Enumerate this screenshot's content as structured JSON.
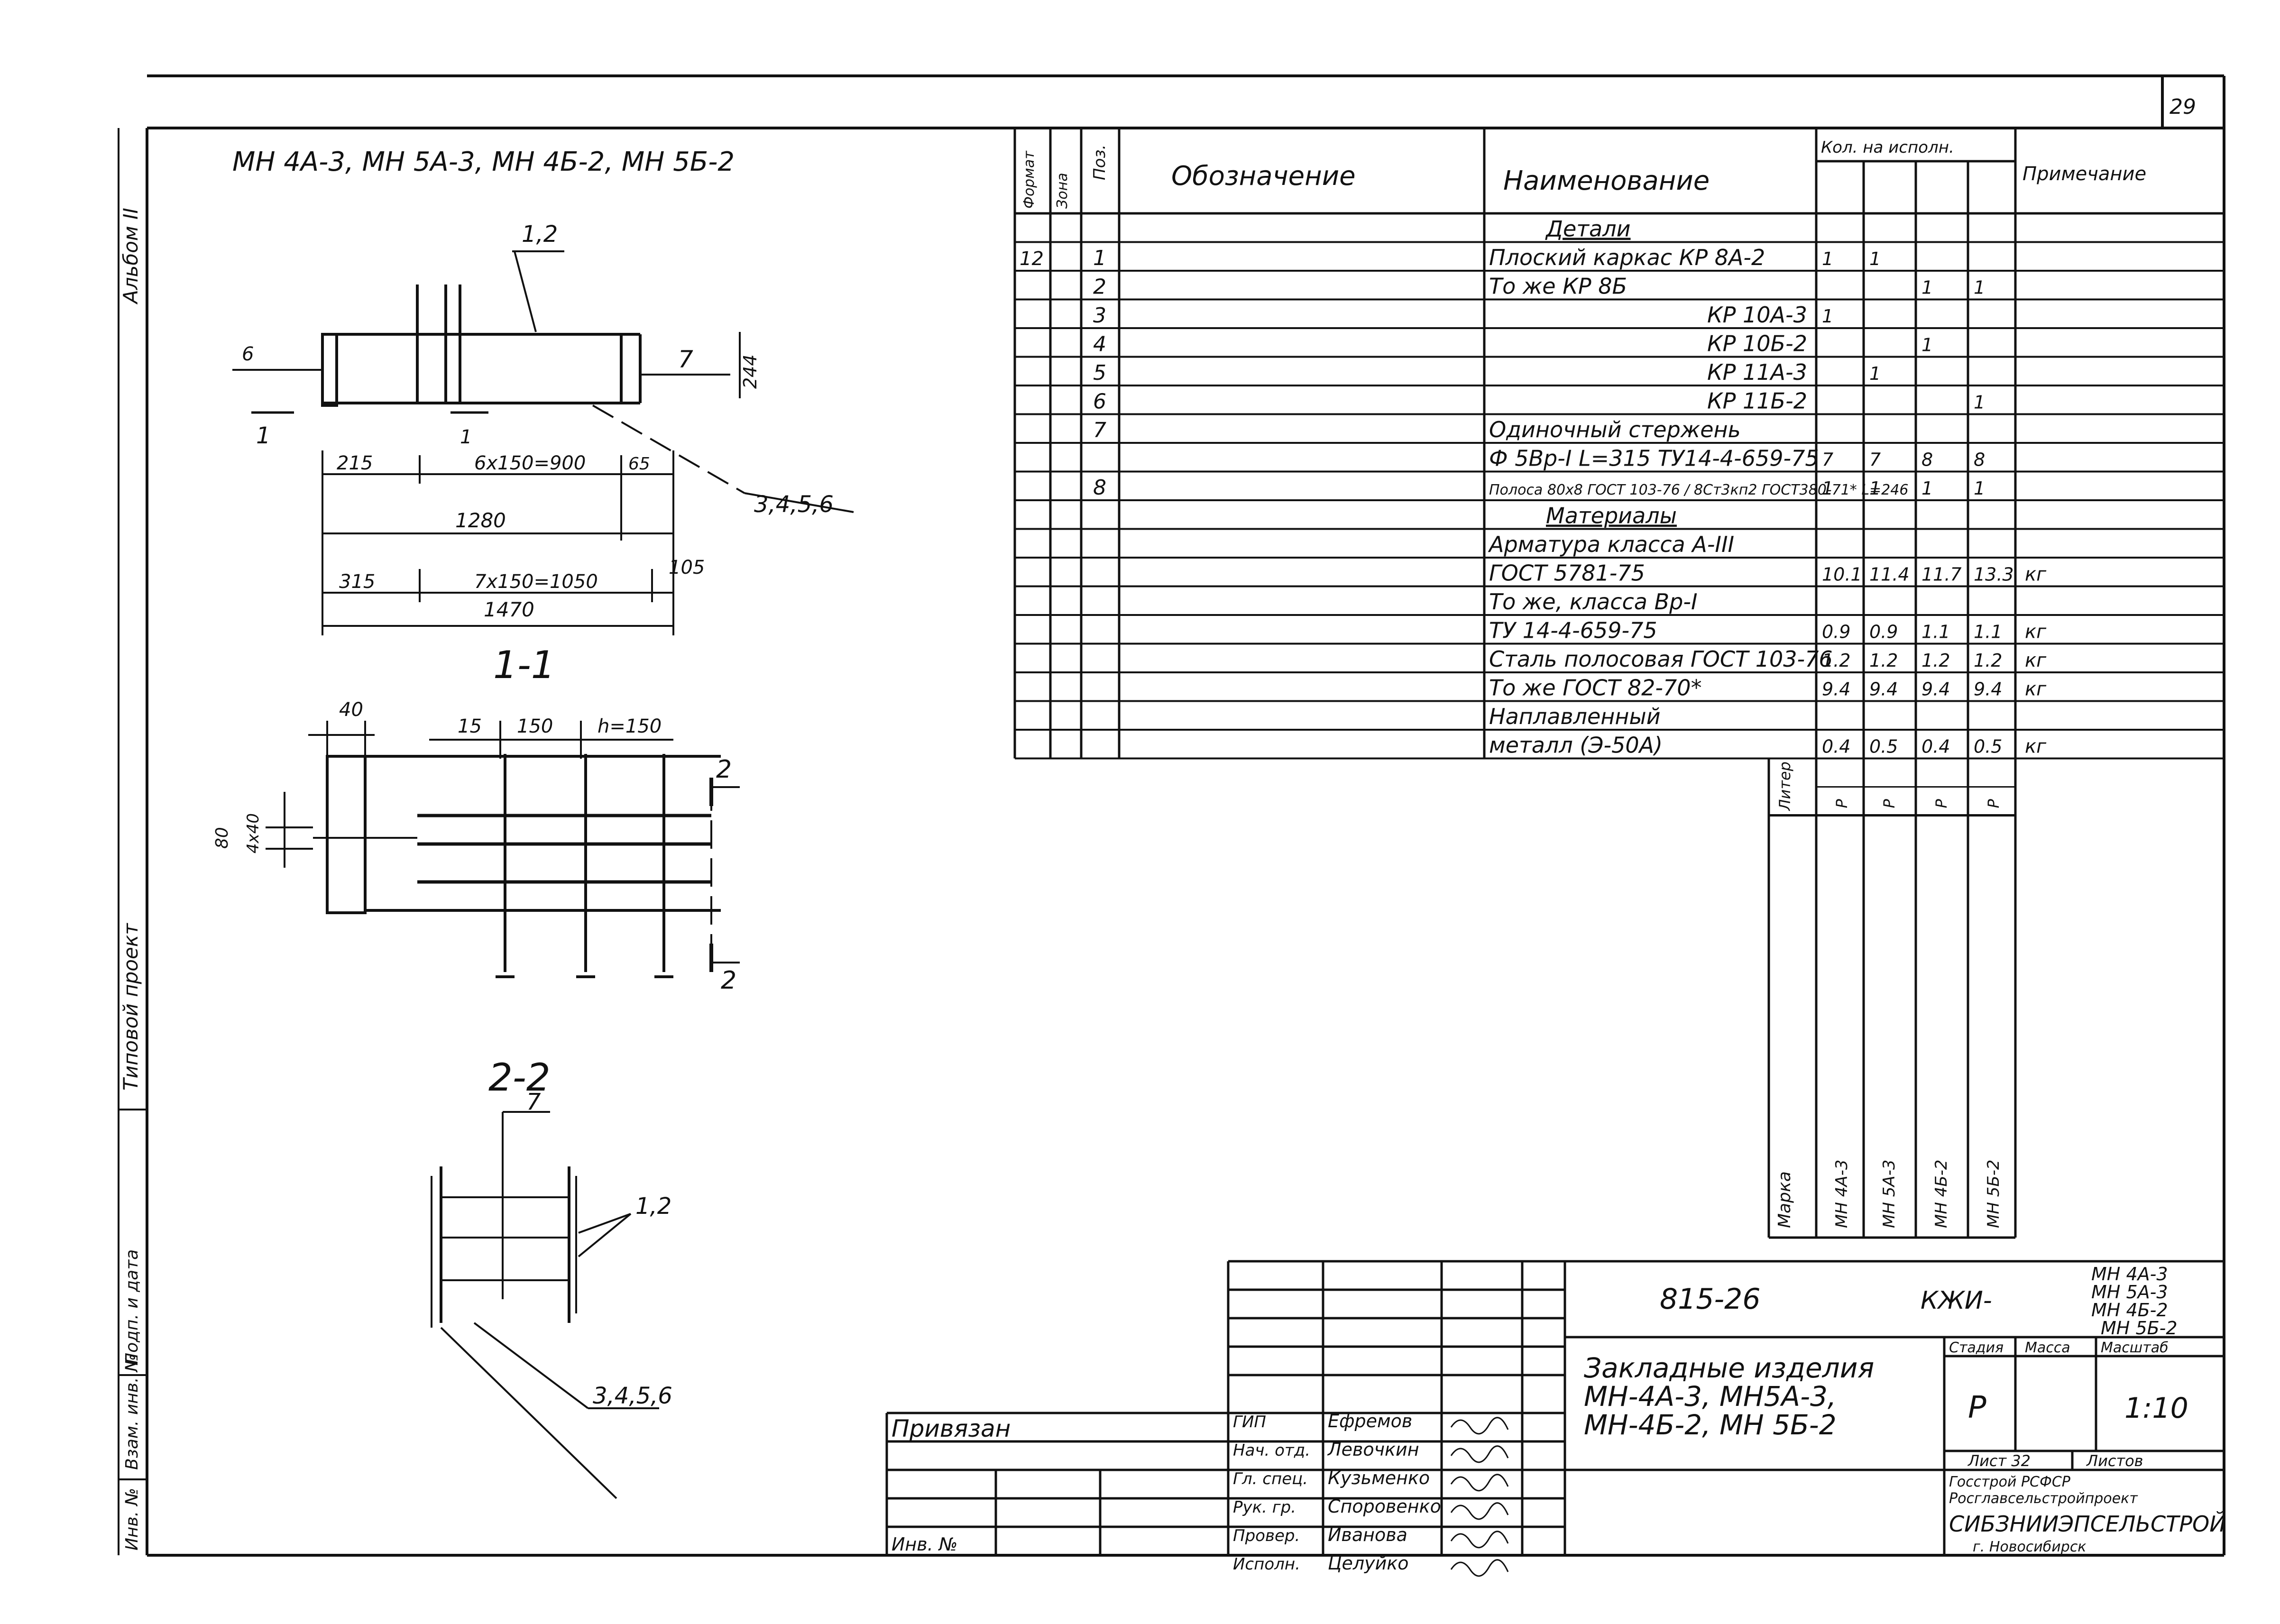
{
  "sheet_number": "29",
  "side_labels": [
    "Альбом II",
    "Типовой проект",
    "Подп. и дата",
    "Взам. инв. №",
    "Инв. №"
  ],
  "heading": "МН 4А-3, МН 5А-3, МН 4Б-2, МН 5Б-2",
  "drawing": {
    "labels": {
      "pos_12": "1,2",
      "pos_3456": "3,4,5,6",
      "pos_7": "7",
      "pos_12b": "1,2",
      "pos_3456b": "3,4,5,6",
      "dim_6": "6",
      "dim_7": "7",
      "dim_244": "244",
      "dim_215": "215",
      "dim_6x150": "6х150=900",
      "dim_65": "65",
      "dim_1280": "1280",
      "dim_315": "315",
      "dim_7x150": "7х150=1050",
      "dim_105": "105",
      "dim_1470": "1470",
      "section_11": "1-1",
      "section_22": "2-2",
      "cut_1": "1",
      "cut_2": "2",
      "dim_40": "40",
      "dim_15": "15",
      "dim_150": "150",
      "dim_h150": "h=150",
      "dim_80": "80",
      "dim_4x40": "4х40"
    }
  },
  "spec_table": {
    "headers": {
      "format": "Формат",
      "zone": "Зона",
      "pos": "Поз.",
      "designation": "Обозначение",
      "name": "Наименование",
      "qty": "Кол. на исполн.",
      "note": "Примечание"
    },
    "rows": [
      {
        "format": "",
        "pos": "",
        "name": "Детали",
        "q": [
          "",
          "",
          "",
          ""
        ],
        "note": "",
        "section": true
      },
      {
        "format": "12",
        "pos": "1",
        "name": "Плоский каркас КР 8А-2",
        "q": [
          "1",
          "1",
          "",
          ""
        ],
        "note": ""
      },
      {
        "format": "",
        "pos": "2",
        "name": "То же КР 8Б",
        "q": [
          "",
          "",
          "1",
          "1"
        ],
        "note": ""
      },
      {
        "format": "",
        "pos": "3",
        "name": "КР 10А-3",
        "q": [
          "1",
          "",
          "",
          ""
        ],
        "note": "",
        "right": true
      },
      {
        "format": "",
        "pos": "4",
        "name": "КР 10Б-2",
        "q": [
          "",
          "",
          "1",
          ""
        ],
        "note": "",
        "right": true
      },
      {
        "format": "",
        "pos": "5",
        "name": "КР 11А-3",
        "q": [
          "",
          "1",
          "",
          ""
        ],
        "note": "",
        "right": true
      },
      {
        "format": "",
        "pos": "6",
        "name": "КР 11Б-2",
        "q": [
          "",
          "",
          "",
          "1"
        ],
        "note": "",
        "right": true
      },
      {
        "format": "",
        "pos": "7",
        "name": "Одиночный стержень",
        "q": [
          "",
          "",
          "",
          ""
        ],
        "note": ""
      },
      {
        "format": "",
        "pos": "",
        "name": "Ф 5Вр-I L=315 ТУ14-4-659-75",
        "q": [
          "7",
          "7",
          "8",
          "8"
        ],
        "note": ""
      },
      {
        "format": "",
        "pos": "8",
        "name": "Полоса 80х8 ГОСТ 103-76 / 8Ст3кп2 ГОСТ380-71* L=246",
        "q": [
          "1",
          "1",
          "1",
          "1"
        ],
        "note": ""
      },
      {
        "format": "",
        "pos": "",
        "name": "Материалы",
        "q": [
          "",
          "",
          "",
          ""
        ],
        "note": "",
        "section": true
      },
      {
        "format": "",
        "pos": "",
        "name": "Арматура класса А-III",
        "q": [
          "",
          "",
          "",
          ""
        ],
        "note": ""
      },
      {
        "format": "",
        "pos": "",
        "name": "ГОСТ 5781-75",
        "q": [
          "10.1",
          "11.4",
          "11.7",
          "13.3"
        ],
        "note": "кг"
      },
      {
        "format": "",
        "pos": "",
        "name": "То же, класса Вр-I",
        "q": [
          "",
          "",
          "",
          ""
        ],
        "note": ""
      },
      {
        "format": "",
        "pos": "",
        "name": "ТУ 14-4-659-75",
        "q": [
          "0.9",
          "0.9",
          "1.1",
          "1.1"
        ],
        "note": "кг"
      },
      {
        "format": "",
        "pos": "",
        "name": "Сталь полосовая ГОСТ 103-76",
        "q": [
          "1.2",
          "1.2",
          "1.2",
          "1.2"
        ],
        "note": "кг"
      },
      {
        "format": "",
        "pos": "",
        "name": "То же ГОСТ 82-70*",
        "q": [
          "9.4",
          "9.4",
          "9.4",
          "9.4"
        ],
        "note": "кг"
      },
      {
        "format": "",
        "pos": "",
        "name": "Наплавленный",
        "q": [
          "",
          "",
          "",
          ""
        ],
        "note": ""
      },
      {
        "format": "",
        "pos": "",
        "name": "металл (Э-50А)",
        "q": [
          "0.4",
          "0.5",
          "0.4",
          "0.5"
        ],
        "note": "кг"
      }
    ],
    "liter_label": "Литер",
    "marka_label": "Марка",
    "liters": [
      "Р",
      "Р",
      "Р",
      "Р"
    ],
    "marks": [
      "МН 4А-3",
      "МН 5А-3",
      "МН 4Б-2",
      "МН 5Б-2"
    ]
  },
  "title_block": {
    "code": "815-26",
    "kzhi": "КЖИ-",
    "kzhi_marks": [
      "МН 4А-3",
      "МН 5А-3",
      "МН 4Б-2",
      "МН 5Б-2"
    ],
    "title_lines": [
      "Закладные изделия",
      "МН-4А-3, МН5А-3,",
      "МН-4Б-2, МН 5Б-2"
    ],
    "stadia_label": "Стадия",
    "massa_label": "Масса",
    "masshtab_label": "Масштаб",
    "stadia": "Р",
    "masshtab": "1:10",
    "list_label": "Лист 32",
    "listov_label": "Листов",
    "org_lines": [
      "Госстрой РСФСР",
      "Росглавсельстройпроект",
      "СИБЗНИИЭПСЕЛЬСТРОЙ",
      "г. Новосибирск"
    ],
    "privyazan": "Привязан",
    "inv_no": "Инв. №",
    "roles": [
      {
        "role": "ГИП",
        "name": "Ефремов"
      },
      {
        "role": "Нач. отд.",
        "name": "Левочкин"
      },
      {
        "role": "Гл. спец.",
        "name": "Кузьменко"
      },
      {
        "role": "Рук. гр.",
        "name": "Споровенко"
      },
      {
        "role": "Провер.",
        "name": "Иванова"
      },
      {
        "role": "Исполн.",
        "name": "Целуйко"
      }
    ]
  }
}
